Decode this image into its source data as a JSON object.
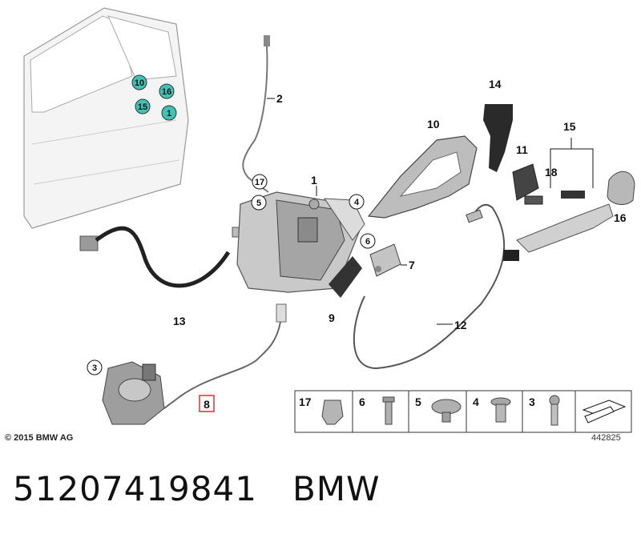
{
  "diagram": {
    "copyright": "© 2015 BMW AG",
    "reference_number": "442825",
    "callouts": {
      "door": [
        "10",
        "16",
        "15",
        "1"
      ],
      "parts": [
        "1",
        "2",
        "3",
        "4",
        "5",
        "6",
        "7",
        "8",
        "9",
        "10",
        "11",
        "12",
        "13",
        "14",
        "15",
        "16",
        "17",
        "18"
      ]
    },
    "hardware_strip": [
      "17",
      "6",
      "5",
      "4",
      "3"
    ],
    "highlighted_part": "8",
    "colors": {
      "teal_marker": "#3cc4b4",
      "highlight": "#e03030",
      "part_gray": "#8a8a8a"
    }
  },
  "caption": {
    "part_number": "51207419841",
    "brand": "BMW"
  }
}
